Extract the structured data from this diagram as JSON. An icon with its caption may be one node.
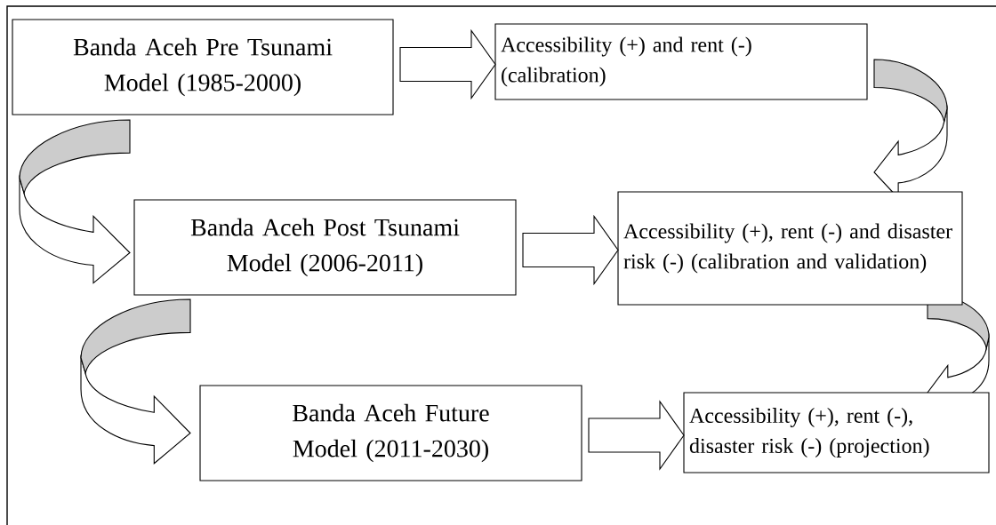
{
  "diagram": {
    "nodes": [
      {
        "text": [
          "Banda Aceh Pre Tsunami Model (1985-2000)"
        ]
      },
      {
        "text": [
          "Accessibility (+) and rent (-) (calibration)"
        ]
      },
      {
        "text": [
          "Banda Aceh Post Tsunami Model (2006-2011)"
        ]
      },
      {
        "text": [
          "Accessibility (+), rent (-) and disaster risk (-) (calibration and validation)"
        ]
      },
      {
        "text": [
          "Banda Aceh Future Model (2011-2030)"
        ]
      },
      {
        "text": [
          "Accessibility (+), rent (-), disaster risk (-) (projection)"
        ]
      }
    ],
    "edges": [
      {
        "from": 0,
        "to": 1,
        "arrow": "to"
      },
      {
        "from": 1,
        "to": 3,
        "arrow": "to"
      },
      {
        "from": 0,
        "to": 2,
        "arrow": "to"
      },
      {
        "from": 2,
        "to": 3,
        "arrow": "to"
      },
      {
        "from": 2,
        "to": 4,
        "arrow": "to"
      },
      {
        "from": 4,
        "to": 5,
        "arrow": "to"
      },
      {
        "from": 3,
        "to": 5,
        "arrow": "to"
      }
    ]
  }
}
